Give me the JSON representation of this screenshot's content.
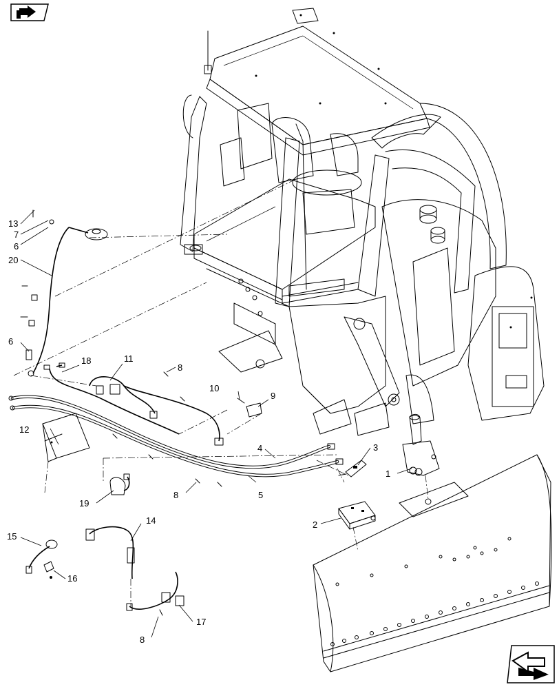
{
  "nav": {
    "top_icon": "back-arrow-icon",
    "bottom_icon": "forward-arrow-icon"
  },
  "callouts": {
    "c1": "1",
    "c2": "2",
    "c3": "3",
    "c4": "4",
    "c5": "5",
    "c6a": "6",
    "c6b": "6",
    "c7": "7",
    "c8a": "8",
    "c8b": "8",
    "c8c": "8",
    "c9": "9",
    "c10": "10",
    "c11": "11",
    "c12": "12",
    "c13": "13",
    "c14": "14",
    "c15": "15",
    "c16": "16",
    "c17": "17",
    "c18": "18",
    "c19": "19",
    "c20": "20"
  }
}
